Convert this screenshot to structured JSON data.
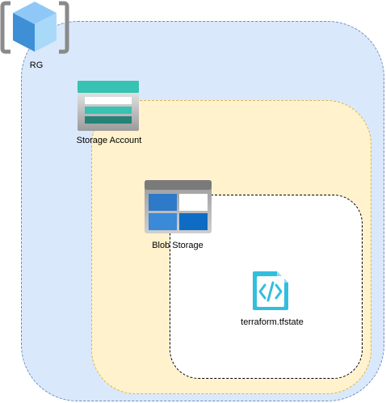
{
  "colors": {
    "resource_group_fill": "#dae8fc",
    "resource_group_border": "#6c8ebf",
    "storage_account_fill": "#fff2cc",
    "storage_account_border": "#d6b656",
    "blob_container_fill": "#ffffff",
    "blob_container_border": "#000000",
    "resource_group_icon": "#5ea0ef",
    "storage_account_icon": "#37c2b1",
    "blob_storage_icon": "#0078d4",
    "file_icon": "#32bedd"
  },
  "nodes": {
    "resource_group": {
      "label": "RG",
      "icon": "resource-group-icon"
    },
    "storage_account": {
      "label": "Storage Account",
      "icon": "storage-account-icon"
    },
    "blob_storage": {
      "label": "Blob Storage",
      "icon": "blob-storage-icon"
    },
    "state_file": {
      "label": "terraform.tfstate",
      "icon": "code-file-icon"
    }
  }
}
